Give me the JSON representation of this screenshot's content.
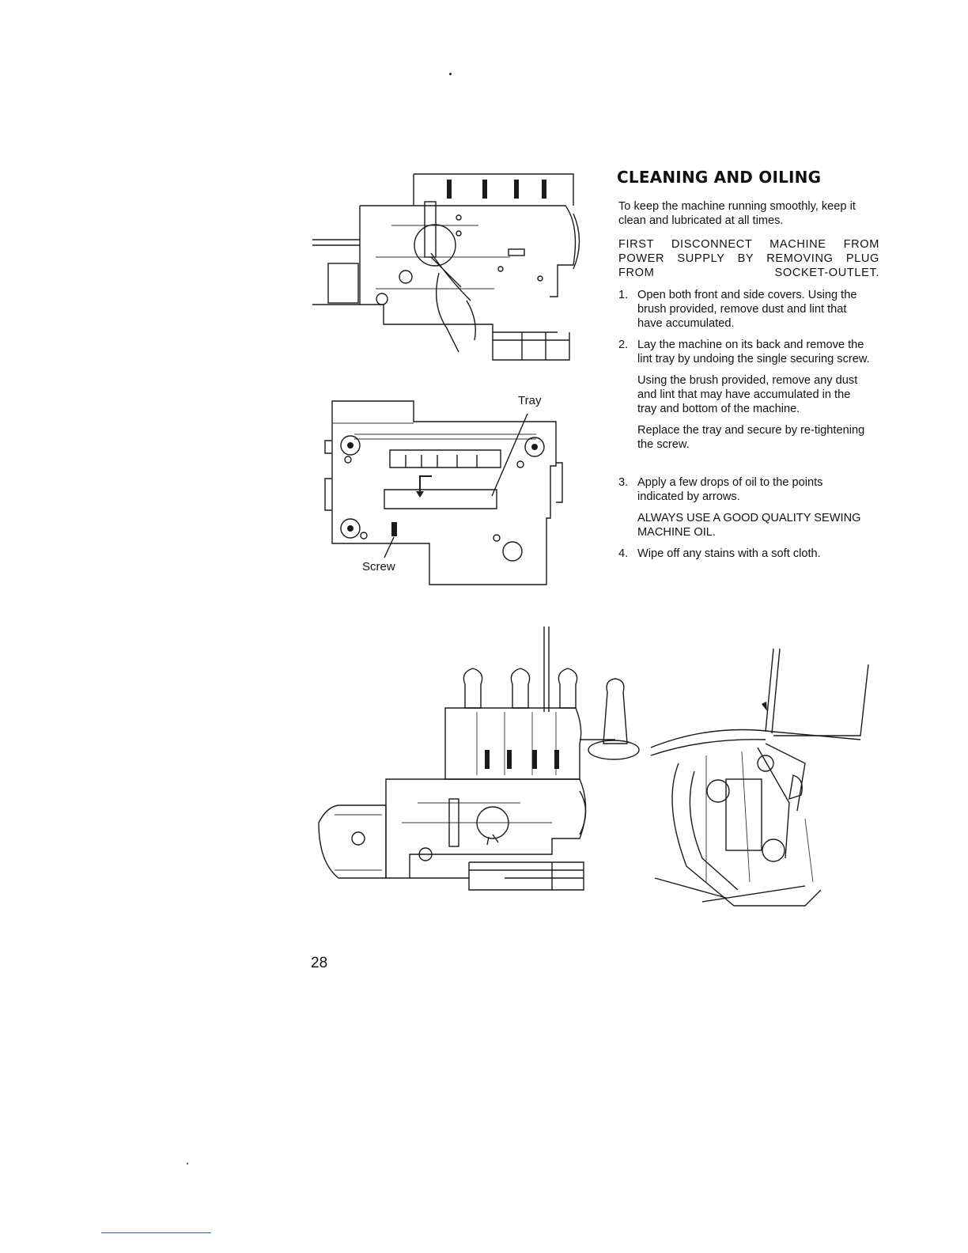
{
  "heading": "CLEANING AND OILING",
  "intro": "To keep the machine running smoothly, keep it clean and lubricated at all times.",
  "warning": "FIRST DISCONNECT MACHINE FROM POWER SUPPLY BY REMOVING PLUG FROM SOCKET-OUTLET.",
  "steps": [
    {
      "number": "1.",
      "paragraphs": [
        "Open both front and side covers. Using the brush provided, remove dust and lint that have accumulated."
      ]
    },
    {
      "number": "2.",
      "paragraphs": [
        "Lay the machine on its back and remove the lint tray by undoing the single securing screw.",
        "Using the brush provided, remove any dust and lint that may have accumulated in the tray and bottom of the machine.",
        "Replace the tray and secure by re-tightening the screw."
      ]
    },
    {
      "number": "3.",
      "paragraphs": [
        "Apply a few drops of oil to the points indicated by arrows.",
        "ALWAYS USE A GOOD QUALITY SEWING MACHINE OIL."
      ]
    },
    {
      "number": "4.",
      "paragraphs": [
        "Wipe off any stains with a soft cloth."
      ]
    }
  ],
  "figure_labels": {
    "tray": "Tray",
    "screw": "Screw"
  },
  "page_number": "28"
}
